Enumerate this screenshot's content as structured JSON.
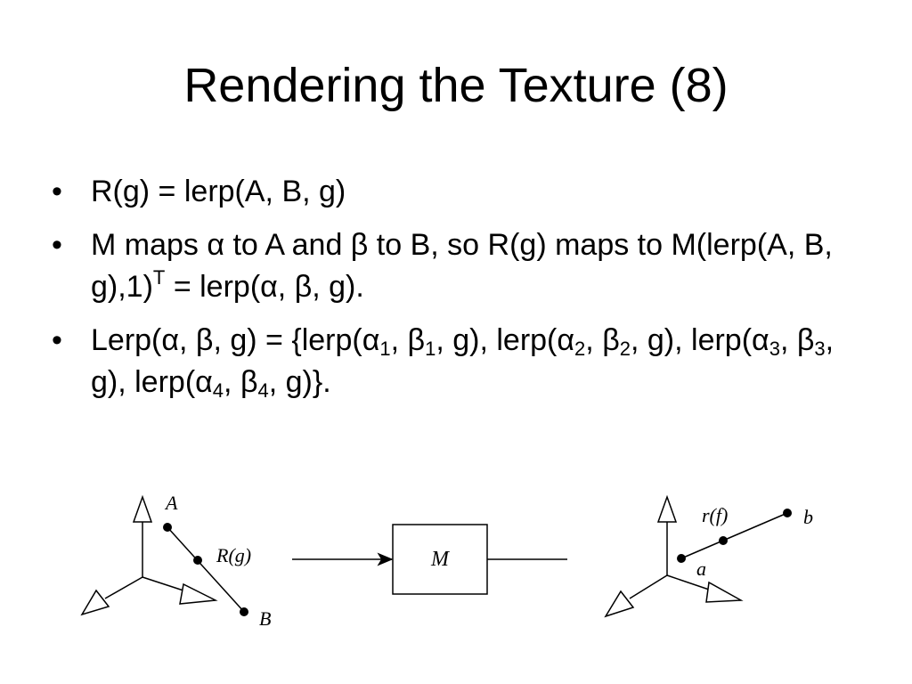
{
  "slide": {
    "title": "Rendering the Texture (8)",
    "bullets": [
      {
        "parts": [
          {
            "t": "R(g) = lerp(A, B, g)"
          }
        ]
      },
      {
        "parts": [
          {
            "t": "M maps α to A and β to B, so R(g) maps to M(lerp(A, B, g),1)"
          },
          {
            "t": "T",
            "sup": true
          },
          {
            "t": " = lerp(α, β, g)."
          }
        ]
      },
      {
        "parts": [
          {
            "t": "Lerp(α, β, g) = {lerp(α"
          },
          {
            "t": "1",
            "sub": true
          },
          {
            "t": ", β"
          },
          {
            "t": "1",
            "sub": true
          },
          {
            "t": ", g), lerp(α"
          },
          {
            "t": "2",
            "sub": true
          },
          {
            "t": ", β"
          },
          {
            "t": "2",
            "sub": true
          },
          {
            "t": ", g), lerp(α"
          },
          {
            "t": "3",
            "sub": true
          },
          {
            "t": ", β"
          },
          {
            "t": "3",
            "sub": true
          },
          {
            "t": ", g), lerp(α"
          },
          {
            "t": "4",
            "sub": true
          },
          {
            "t": ", β"
          },
          {
            "t": "4",
            "sub": true
          },
          {
            "t": ", g)}."
          }
        ]
      }
    ],
    "bullet_glyph": "•"
  },
  "diagram": {
    "left_labels": {
      "a": "A",
      "rg": "R(g)",
      "b": "B"
    },
    "box_label": "M",
    "right_labels": {
      "rf": "r(f)",
      "a": "a",
      "b": "b"
    }
  }
}
